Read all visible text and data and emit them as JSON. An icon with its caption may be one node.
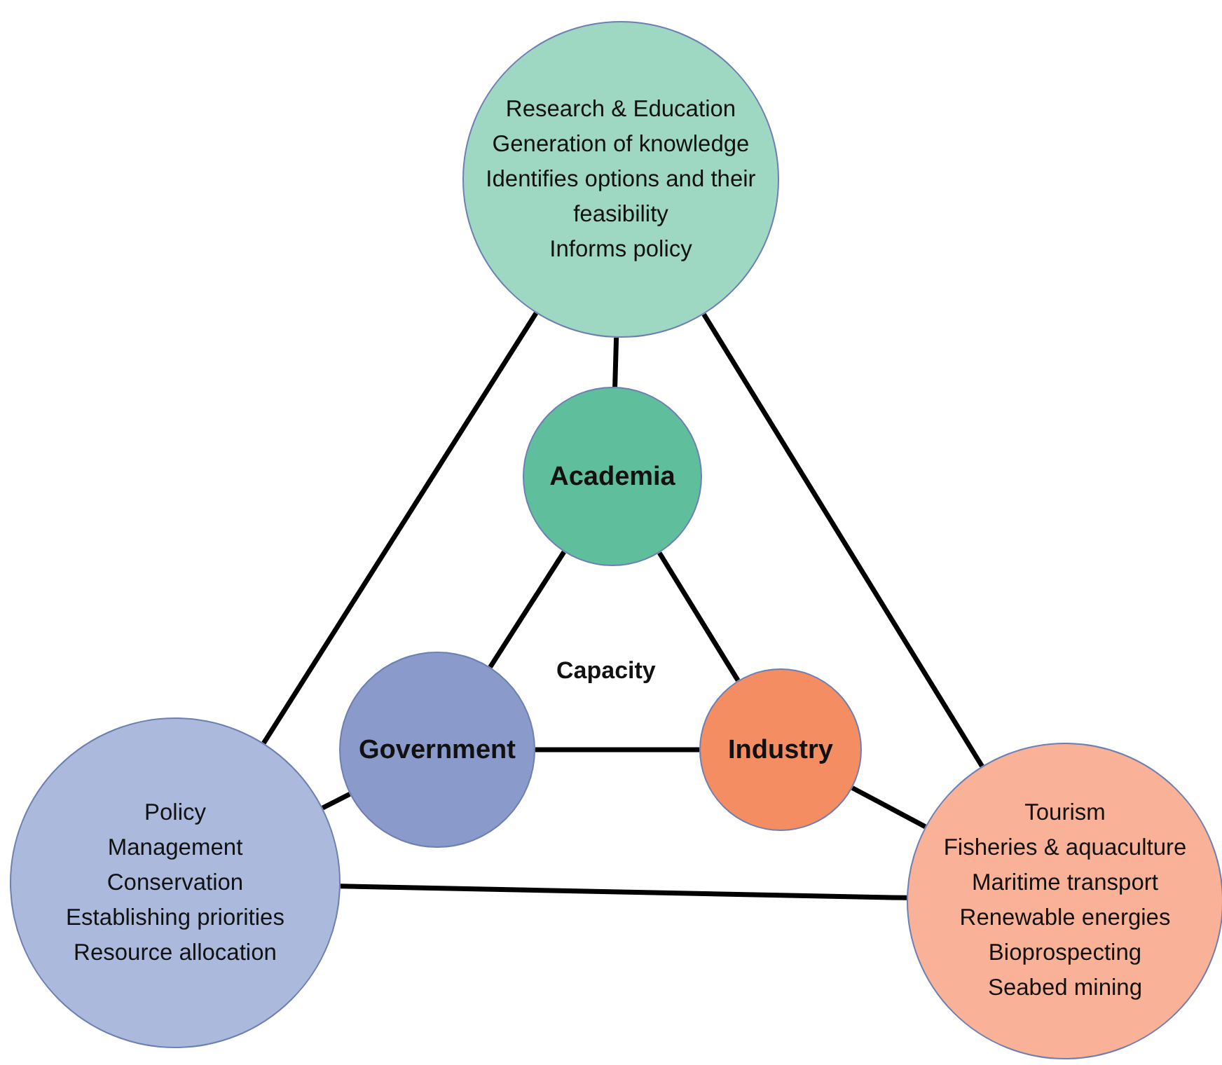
{
  "diagram": {
    "nodes": [
      {
        "text": [
          "Research & Education",
          "Generation of knowledge",
          "Identifies options and their feasibility",
          "Informs policy"
        ]
      },
      {
        "text": [
          "Academia"
        ]
      },
      {
        "text": [
          "Government"
        ]
      },
      {
        "text": [
          "Industry"
        ]
      },
      {
        "text": [
          "Policy",
          "Management",
          "Conservation",
          "Establishing priorities",
          "Resource allocation"
        ]
      },
      {
        "text": [
          "Tourism",
          "Fisheries & aquaculture",
          "Maritime transport",
          "Renewable energies",
          "Bioprospecting",
          "Seabed mining"
        ]
      }
    ],
    "edges": [
      {
        "from": 0,
        "to": 1,
        "arrow": "none"
      },
      {
        "from": 0,
        "to": 4,
        "arrow": "none"
      },
      {
        "from": 0,
        "to": 5,
        "arrow": "none"
      },
      {
        "from": 1,
        "to": 2,
        "arrow": "none"
      },
      {
        "from": 1,
        "to": 3,
        "arrow": "none"
      },
      {
        "from": 2,
        "to": 3,
        "arrow": "none"
      },
      {
        "from": 2,
        "to": 4,
        "arrow": "none"
      },
      {
        "from": 3,
        "to": 5,
        "arrow": "none"
      },
      {
        "from": 4,
        "to": 5,
        "arrow": "none"
      }
    ],
    "labels": [
      "Capacity"
    ]
  }
}
